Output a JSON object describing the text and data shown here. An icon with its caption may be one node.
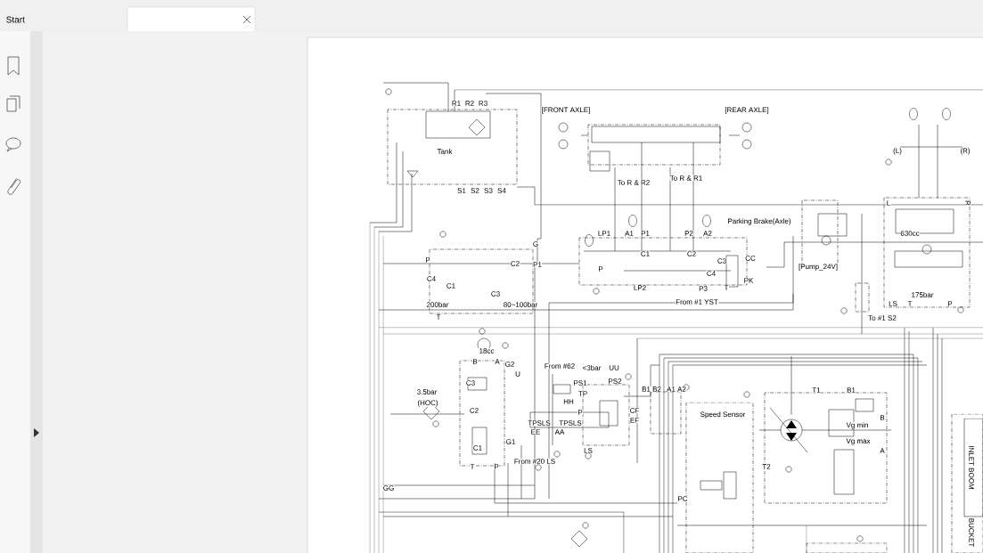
{
  "diagram": {
    "labels": [
      "Start",
      "R1",
      "R2",
      "R3",
      "Tank",
      "S1",
      "S2",
      "S3",
      "S4",
      "[FRONT AXLE]",
      "[REAR AXLE]",
      "To R & R2",
      "To R & R1",
      "LP1",
      "A1",
      "P1",
      "P2",
      "A2",
      "C1",
      "C2",
      "P",
      "LP2",
      "C3",
      "C4",
      "CC",
      "PK",
      "P3",
      "T",
      "From #1 YST",
      "Parking Brake(Axle)",
      "P",
      "C1",
      "C4",
      "200bar",
      "C2",
      "C3",
      "80~100bar",
      "P1",
      "G",
      "T",
      "(L)",
      "(R)",
      "[Pump_24V]",
      "L",
      "R",
      "630cc",
      "175bar",
      "LS",
      "T",
      "P",
      "To #1 S2",
      "18cc",
      "B",
      "A",
      "G2",
      "U",
      "C3",
      "C2",
      "C1",
      "G1",
      "T",
      "P",
      "3.5bar",
      "(HOC)",
      "GG",
      "From #62",
      "<3bar",
      "UU",
      "PS1",
      "TP",
      "HH",
      "PS2",
      "P",
      "CF",
      "EF",
      "TPSLS",
      "TPSLS",
      "EE",
      "AA",
      "LS",
      "From #20 LS",
      "B1 B2",
      "A1 A2",
      "Speed Sensor",
      "T1",
      "B1",
      "Vg min",
      "Vg max",
      "B",
      "A",
      "T2",
      "PC",
      "INLET BOOM",
      "BUCKET"
    ]
  }
}
